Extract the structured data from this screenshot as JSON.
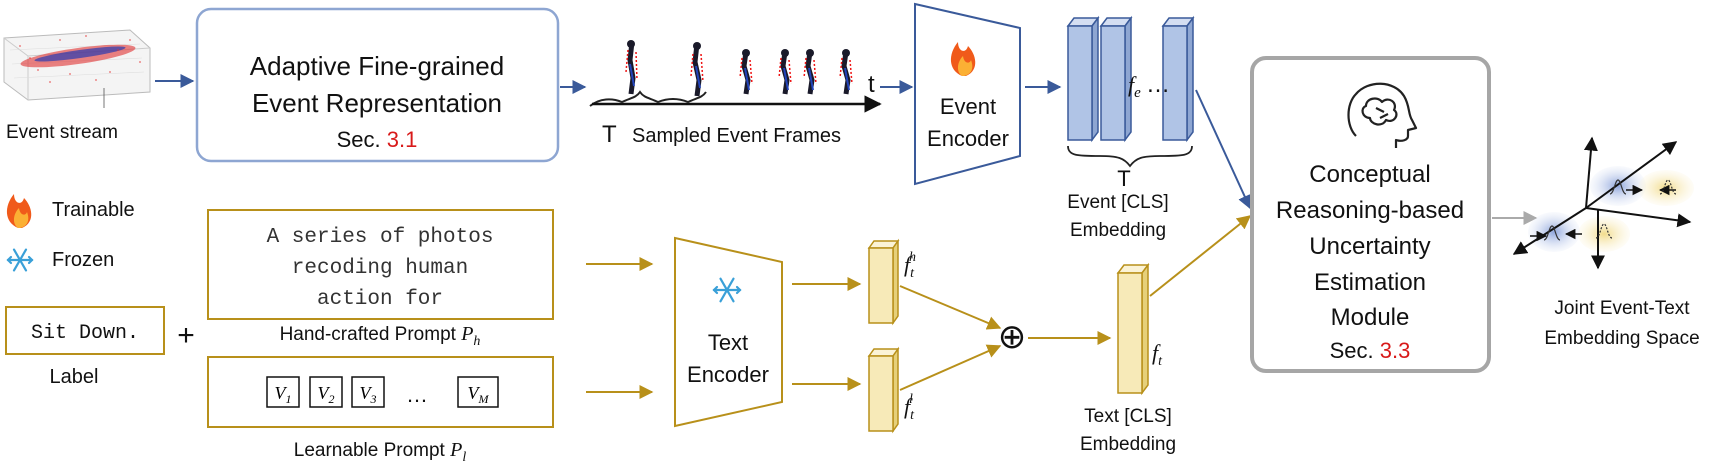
{
  "event_stream": {
    "label": "Event stream"
  },
  "representation": {
    "line1": "Adaptive Fine-grained",
    "line2": "Event Representation",
    "sec_prefix": "Sec.",
    "sec_num": "3.1"
  },
  "frames": {
    "t_label": "t",
    "T_label": "T",
    "caption": "Sampled Event Frames"
  },
  "event_encoder": {
    "line1": "Event",
    "line2": "Encoder"
  },
  "event_cls": {
    "fe": "f",
    "fe_sub": "e",
    "dots": "…",
    "T_label": "T",
    "line1": "Event [CLS]",
    "line2": "Embedding"
  },
  "legend": {
    "trainable": "Trainable",
    "frozen": "Frozen"
  },
  "label_box": {
    "text": "Sit Down.",
    "caption": "Label",
    "plus": "+"
  },
  "hand_prompt": {
    "line1": "A series of photos",
    "line2": "recoding human",
    "line3": "action for",
    "caption": "Hand-crafted Prompt ",
    "sym": "P",
    "sub": "h"
  },
  "learn_prompt": {
    "tokens": [
      "V",
      "V",
      "V",
      "V"
    ],
    "subs": [
      "1",
      "2",
      "3",
      "M"
    ],
    "dots": "…",
    "caption": "Learnable Prompt ",
    "sym": "P",
    "sub": "l"
  },
  "text_encoder": {
    "line1": "Text",
    "line2": "Encoder"
  },
  "features": {
    "fth": "f",
    "fth_sub": "t",
    "fth_sup": "h",
    "ftl": "f",
    "ftl_sub": "t",
    "ftl_sup": "l",
    "ft": "f",
    "ft_sub": "t",
    "oplus": "⊕"
  },
  "text_cls": {
    "line1": "Text [CLS]",
    "line2": "Embedding"
  },
  "module": {
    "line1": "Conceptual",
    "line2": "Reasoning-based",
    "line3": "Uncertainty",
    "line4": "Estimation",
    "line5": "Module",
    "sec_prefix": "Sec.",
    "sec_num": "3.3"
  },
  "joint": {
    "line1": "Joint Event-Text",
    "line2": "Embedding Space"
  },
  "colors": {
    "blue": "#3a5a9a",
    "gold": "#b8901a",
    "red": "#d81a1a",
    "bar_blue": "#b0c4e6",
    "bar_yellow": "#f7eab8"
  }
}
